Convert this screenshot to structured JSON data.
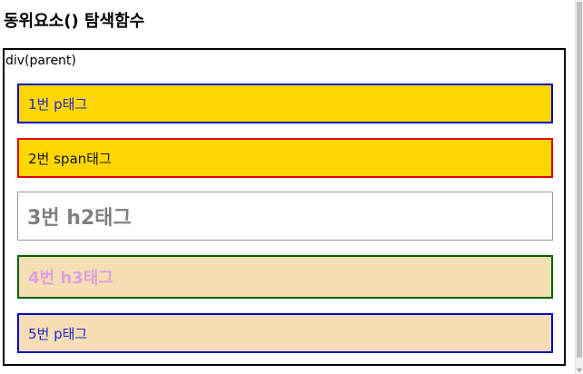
{
  "page": {
    "title": "동위요소() 탐색함수"
  },
  "parent": {
    "label": "div(parent)"
  },
  "children": [
    {
      "label": "1번 p태그"
    },
    {
      "label": "2번 span태그"
    },
    {
      "label": "3번 h2태그"
    },
    {
      "label": "4번 h3태그"
    },
    {
      "label": "5번 p태그"
    }
  ],
  "colors": {
    "gold_background": "#ffd700",
    "wheat_background": "#f5deb3",
    "blue_border": "#0000cc",
    "red_border": "#e00000",
    "green_border": "#006400",
    "grey_text": "#808080",
    "plum_text": "#dda0dd"
  }
}
